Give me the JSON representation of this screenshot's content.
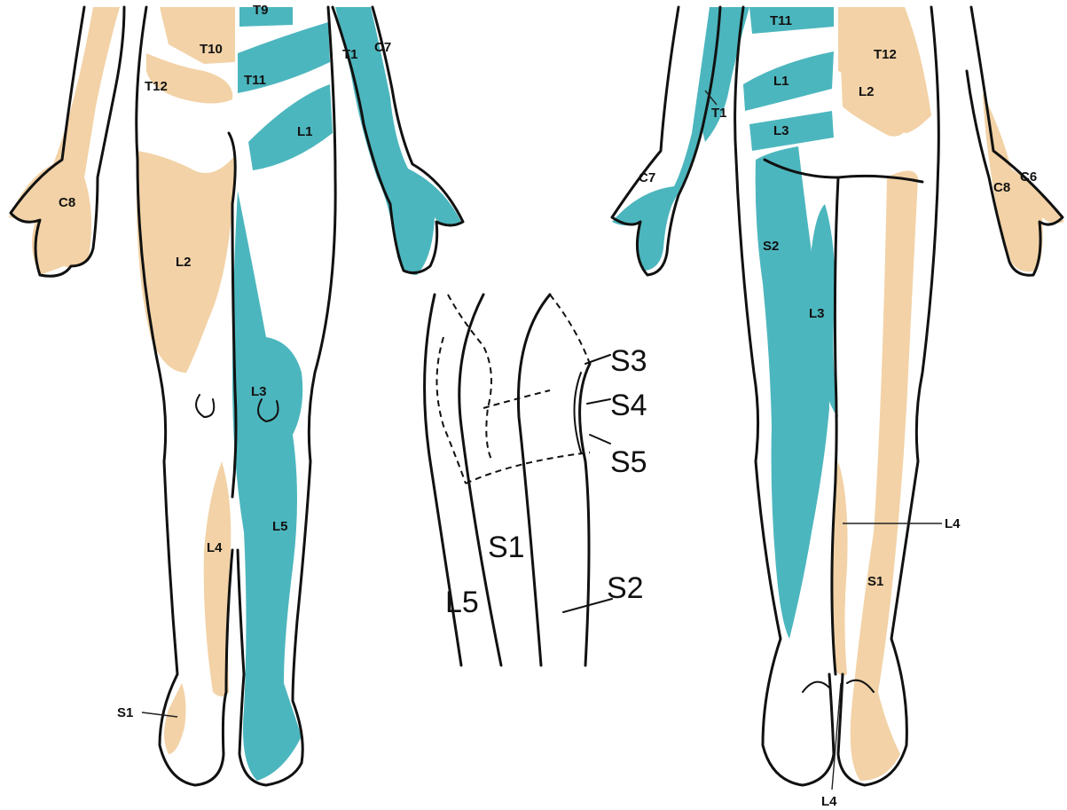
{
  "colors": {
    "tan": "#F2D2A6",
    "teal": "#4CB6BE",
    "outline": "#111111",
    "background": "#FFFFFF"
  },
  "front_view": {
    "labels": {
      "t10_top": "T9",
      "t10": "T10",
      "t11": "T11",
      "t12": "T12",
      "l1": "L1",
      "t1": "T1",
      "c7": "C7",
      "c8": "C8",
      "l2": "L2",
      "l3": "L3",
      "l4": "L4",
      "l5": "L5",
      "s1": "S1"
    }
  },
  "inset_view": {
    "labels": {
      "s3": "S3",
      "s4": "S4",
      "s5": "S5",
      "s1": "S1",
      "s2": "S2",
      "l5": "L5"
    }
  },
  "back_view": {
    "labels": {
      "t11": "T11",
      "t12": "T12",
      "l1": "L1",
      "l2": "L2",
      "l3_upper": "L3",
      "t1": "T1",
      "c7": "C7",
      "c8": "C8",
      "c6": "C6",
      "s2": "S2",
      "l3_lower": "L3",
      "l4_mid": "L4",
      "s1": "S1",
      "l4_bottom": "L4"
    }
  }
}
